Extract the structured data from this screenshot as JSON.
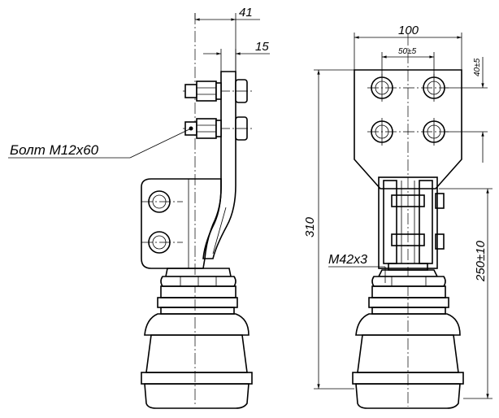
{
  "side_view": {
    "dim_overall_width": "41",
    "dim_bolt_offset": "15",
    "bolt_callout": "Болт М12х60"
  },
  "front_view": {
    "dim_plate_width": "100",
    "dim_bolt_spacing_h": "50±5",
    "dim_bolt_spacing_v": "40±5",
    "dim_total_height": "310",
    "dim_lower_height": "250±10",
    "thread_callout": "М42х3"
  }
}
